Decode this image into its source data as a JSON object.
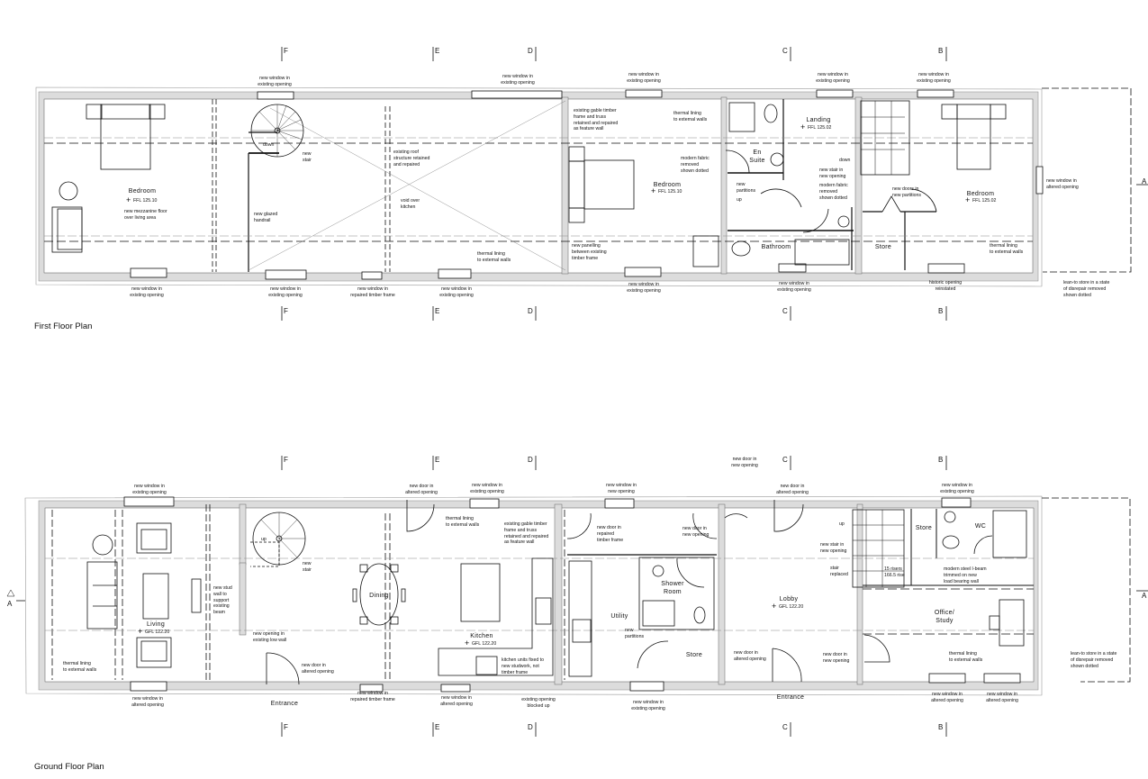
{
  "section_markers": {
    "A": "A",
    "B": "B",
    "C": "C",
    "D": "D",
    "E": "E",
    "F": "F"
  },
  "first_floor": {
    "title": "First Floor Plan",
    "rooms": {
      "bedroom_1": "Bedroom",
      "bedroom_1_level": "FFL 125.10",
      "bedroom_2": "Bedroom",
      "bedroom_2_level": "FFL 125.10",
      "en_suite": "En\nSuite",
      "landing": "Landing",
      "landing_level": "FFL 125.02",
      "bathroom": "Bathroom",
      "store": "Store",
      "bedroom_3": "Bedroom",
      "bedroom_3_level": "FFL 125.02"
    },
    "notes": [
      "new window in\nexisting opening",
      "new window in\nexisting opening",
      "new window in\nexisting opening",
      "new window in\nexisting opening",
      "new window in\nexisting opening",
      "new window in\nexisting opening",
      "new window in\nexisting opening",
      "new window in\nrepaired timber frame",
      "new window in\nexisting opening",
      "new window in\nexisting opening",
      "new window in\nexisting opening",
      "historic opening\nreinstated",
      "lean-to store in a state\nof disrepair removed\nshown dotted",
      "new window in\naltered opening",
      "new mezzanine floor\nover living area",
      "new\nstair",
      "down",
      "new glazed\nhandrail",
      "existing roof\nstructure retained\nand repaired",
      "void over\nkitchen",
      "thermal lining\nto external walls",
      "existing gable timber\nframe and truss\nretained and repaired\nas feature wall",
      "thermal lining\nto external walls",
      "modern fabric\nremoved\nshown dotted",
      "new panelling\nbetween existing\ntimber frame",
      "new\npartitions",
      "up",
      "new stair in\nnew opening",
      "modern fabric\nremoved\nshown dotted",
      "down",
      "new doors in\nnew partitions",
      "thermal lining\nto external walls"
    ]
  },
  "ground_floor": {
    "title": "Ground Floor Plan",
    "rooms": {
      "living": "Living",
      "living_level": "GFL 122.20",
      "dining": "Dining",
      "kitchen": "Kitchen",
      "kitchen_level": "GFL 122.20",
      "utility": "Utility",
      "shower_room": "Shower\nRoom",
      "store_1": "Store",
      "lobby": "Lobby",
      "lobby_level": "GFL 122.20",
      "store_2": "Store",
      "wc": "WC",
      "office": "Office/\nStudy",
      "entrance_1": "Entrance",
      "entrance_2": "Entrance"
    },
    "notes": [
      "new window in\nexisting opening",
      "new door in\naltered opening",
      "new window in\nexisting opening",
      "new window in\nnew opening",
      "new door in\nnew opening",
      "new door in\naltered opening",
      "new window in\nexisting opening",
      "new window in\naltered opening",
      "new window in\nrepaired timber frame",
      "new window in\naltered opening",
      "existing opening\nblocked up",
      "new window in\nexisting opening",
      "new window in\naltered opening",
      "new window in\naltered opening",
      "thermal lining\nto external walls",
      "new stud\nwall to\nsupport\nexisting\nbeam",
      "up",
      "new\nstair",
      "new opening in\nexisting low wall",
      "new door in\naltered opening",
      "thermal lining\nto external walls",
      "existing gable timber\nframe and truss\nretained and repaired\nas feature wall",
      "kitchen units fixed to\nnew studwork, not\ntimber frame",
      "new door in\nrepaired\ntimber frame",
      "new door in\nnew opening",
      "new\npartitions",
      "new door in\naltered opening",
      "new door in\nnew opening",
      "up",
      "new stair in\nnew opening",
      "stair\nreplaced",
      "15 risers\n166.5 rise",
      "modern steel I-beam\ntrimmed on new\nload bearing wall",
      "thermal lining\nto external walls",
      "lean-to store in a state\nof disrepair removed\nshown dotted"
    ]
  }
}
